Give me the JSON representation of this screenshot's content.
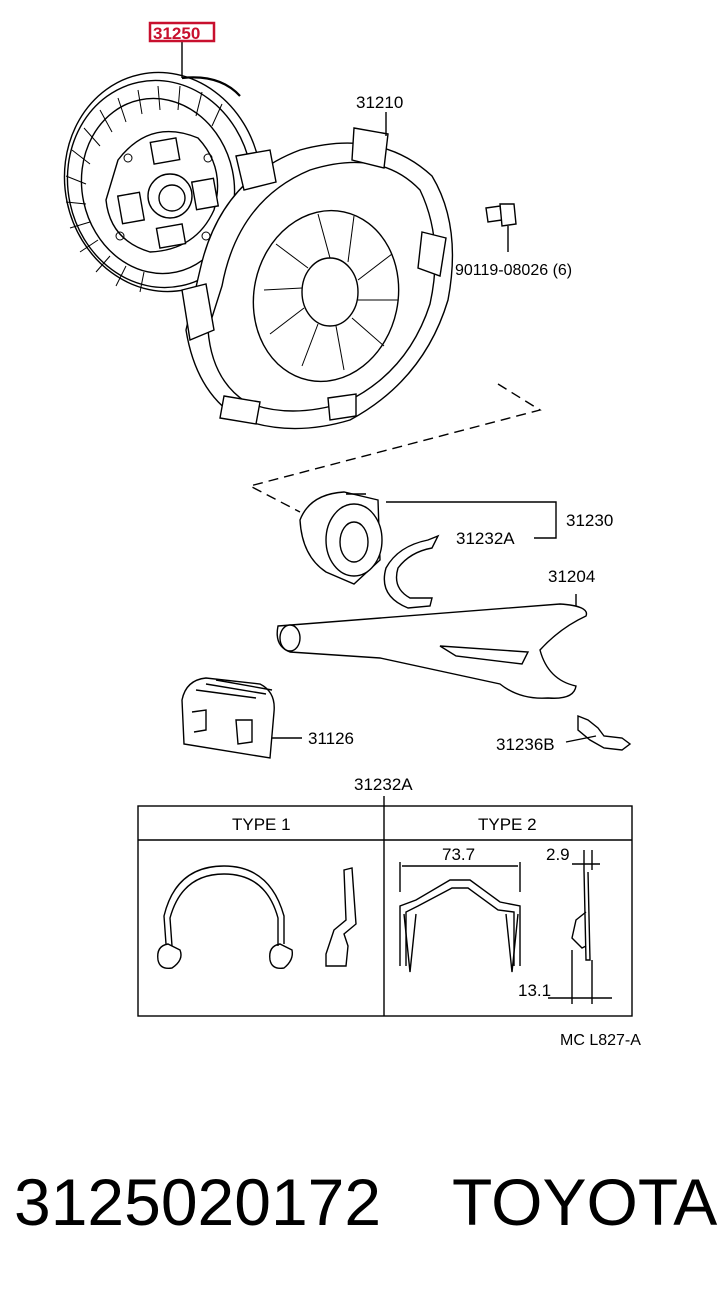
{
  "callouts": {
    "clutch_disc": "31250",
    "clutch_cover": "31210",
    "bolt": "90119-08026 (6)",
    "release_bearing": "31230",
    "clip": "31232A",
    "release_fork": "31204",
    "boot": "31126",
    "pivot_stud": "31236B"
  },
  "highlight_color": "#c8102e",
  "detail_table": {
    "title": "31232A",
    "columns": [
      "TYPE  1",
      "TYPE  2"
    ],
    "dimensions": {
      "width": "73.7",
      "thickness": "2.9",
      "depth": "13.1"
    }
  },
  "drawing_code": "MC  L827-A",
  "footer": {
    "part_number": "3125020172",
    "brand": "TOYOTA"
  }
}
